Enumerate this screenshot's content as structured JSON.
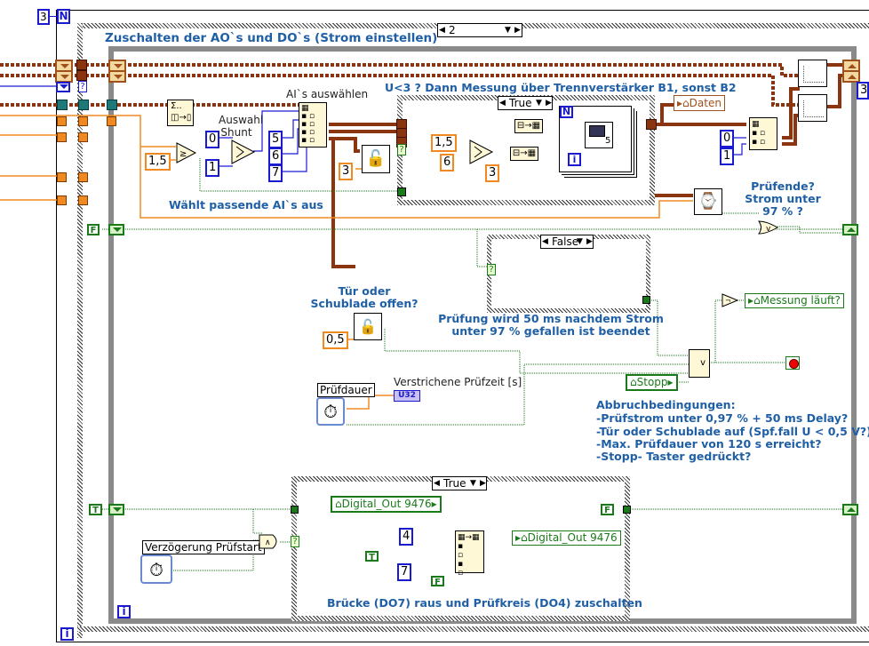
{
  "outer_loop": {
    "count": "3",
    "count_terminal": "N",
    "iteration_terminal": "i"
  },
  "sequence": {
    "title": "Zuschalten der AO`s und DO`s (Strom einstellen)",
    "frame_selector": "2"
  },
  "right_count": "3",
  "while_loop": {
    "iteration_terminal": "i"
  },
  "ai_section": {
    "title": "AI`s auswählen",
    "shunt_label": "Auswahl Shunt",
    "comment": "Wählt passende AI`s aus",
    "constants": {
      "threshold": "1,5",
      "sel_a": "0",
      "sel_b": "1",
      "ai5": "5",
      "ai6": "6",
      "ai7": "7",
      "lock_const": "3"
    }
  },
  "measure_case": {
    "comment": "U<3 ? Dann Messung über Trennverstärker B1, sonst B2",
    "selector": "True",
    "constants": {
      "threshold": "1,5",
      "alt": "6",
      "size": "3"
    },
    "loop_count": "N",
    "loop_iter": "i",
    "subvi_badge": "5"
  },
  "daten_var": "Daten",
  "index_consts": {
    "a": "0",
    "b": "1"
  },
  "pruefende": {
    "comment": "Prüfende? Strom unter 97 % ?"
  },
  "false_case": {
    "selector": "False",
    "comment": "Prüfung wird 50 ms nachdem Strom unter 97 % gefallen ist beendet"
  },
  "door": {
    "comment": "Tür oder Schublade offen?",
    "const": "0,5"
  },
  "stop_bool": "F",
  "messung_var": "Messung läuft?",
  "stopp_var": "Stopp",
  "pruefdauer": {
    "label": "Pruefdauer",
    "display_label": "Prüfdauer",
    "elapsed_label": "Verstrichene Prüfzeit [s]",
    "indicator_type": "U32"
  },
  "abbruch": {
    "title": "Abbruchbedingungen:",
    "lines": [
      "-Prüfstrom unter 0,97 % + 50 ms Delay?",
      "-Tür oder Schublade auf (Spf.fall U < 0,5 V?)",
      "-Max. Prüfdauer von 120 s erreicht?",
      "-Stopp- Taster gedrückt?"
    ]
  },
  "bottom": {
    "init_bool": "T",
    "delay_label": "Verzögerung Prüfstart",
    "case_selector": "True",
    "do_var_in": "Digital_Out 9476",
    "do_var_out": "Digital_Out 9476",
    "idx_a": "4",
    "idx_b": "7",
    "bool_t": "T",
    "bool_f": "F",
    "out_bool": "F",
    "comment": "Brücke (DO7) raus und Prüfkreis (DO4) zuschalten"
  },
  "colors": {
    "label_blue": "#1f5fa6",
    "bool_green": "#1a7a1a",
    "int_blue": "#1a1ad0",
    "dbl_orange": "#f08a20",
    "wire_brown": "#8a3510"
  }
}
